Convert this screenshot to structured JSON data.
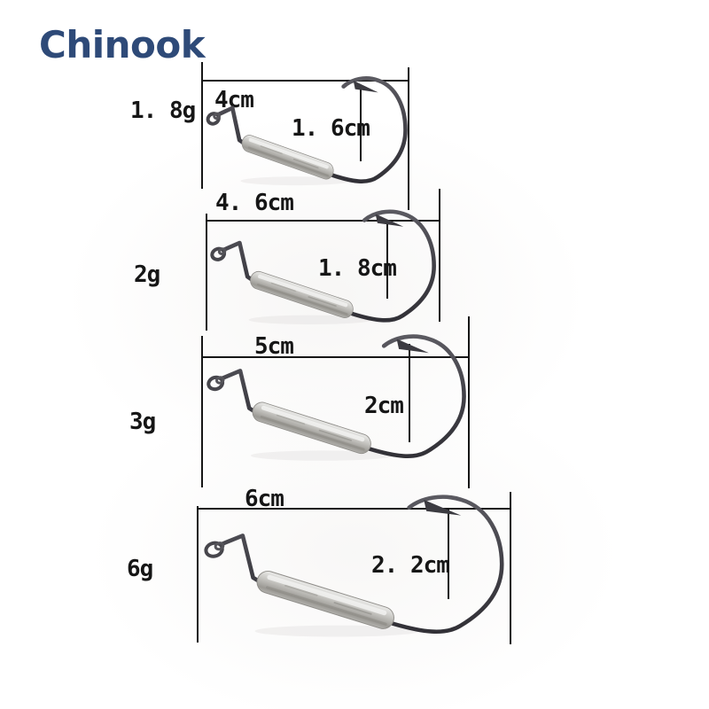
{
  "brand": {
    "name": "Chinook",
    "color": "#2e4a78"
  },
  "product": {
    "variants": [
      {
        "weight": "1. 8g",
        "length": "4cm",
        "gap": "1. 6cm"
      },
      {
        "weight": "2g",
        "length": "4. 6cm",
        "gap": "1. 8cm"
      },
      {
        "weight": "3g",
        "length": "5cm",
        "gap": "2cm"
      },
      {
        "weight": "6g",
        "length": "6cm",
        "gap": "2. 2cm"
      }
    ]
  },
  "colors": {
    "background": "#ffffff",
    "dimension_text": "#161616",
    "dimension_line": "#161616",
    "hook_wire": "#45444b",
    "lead_weight": "#c2c1bd"
  }
}
